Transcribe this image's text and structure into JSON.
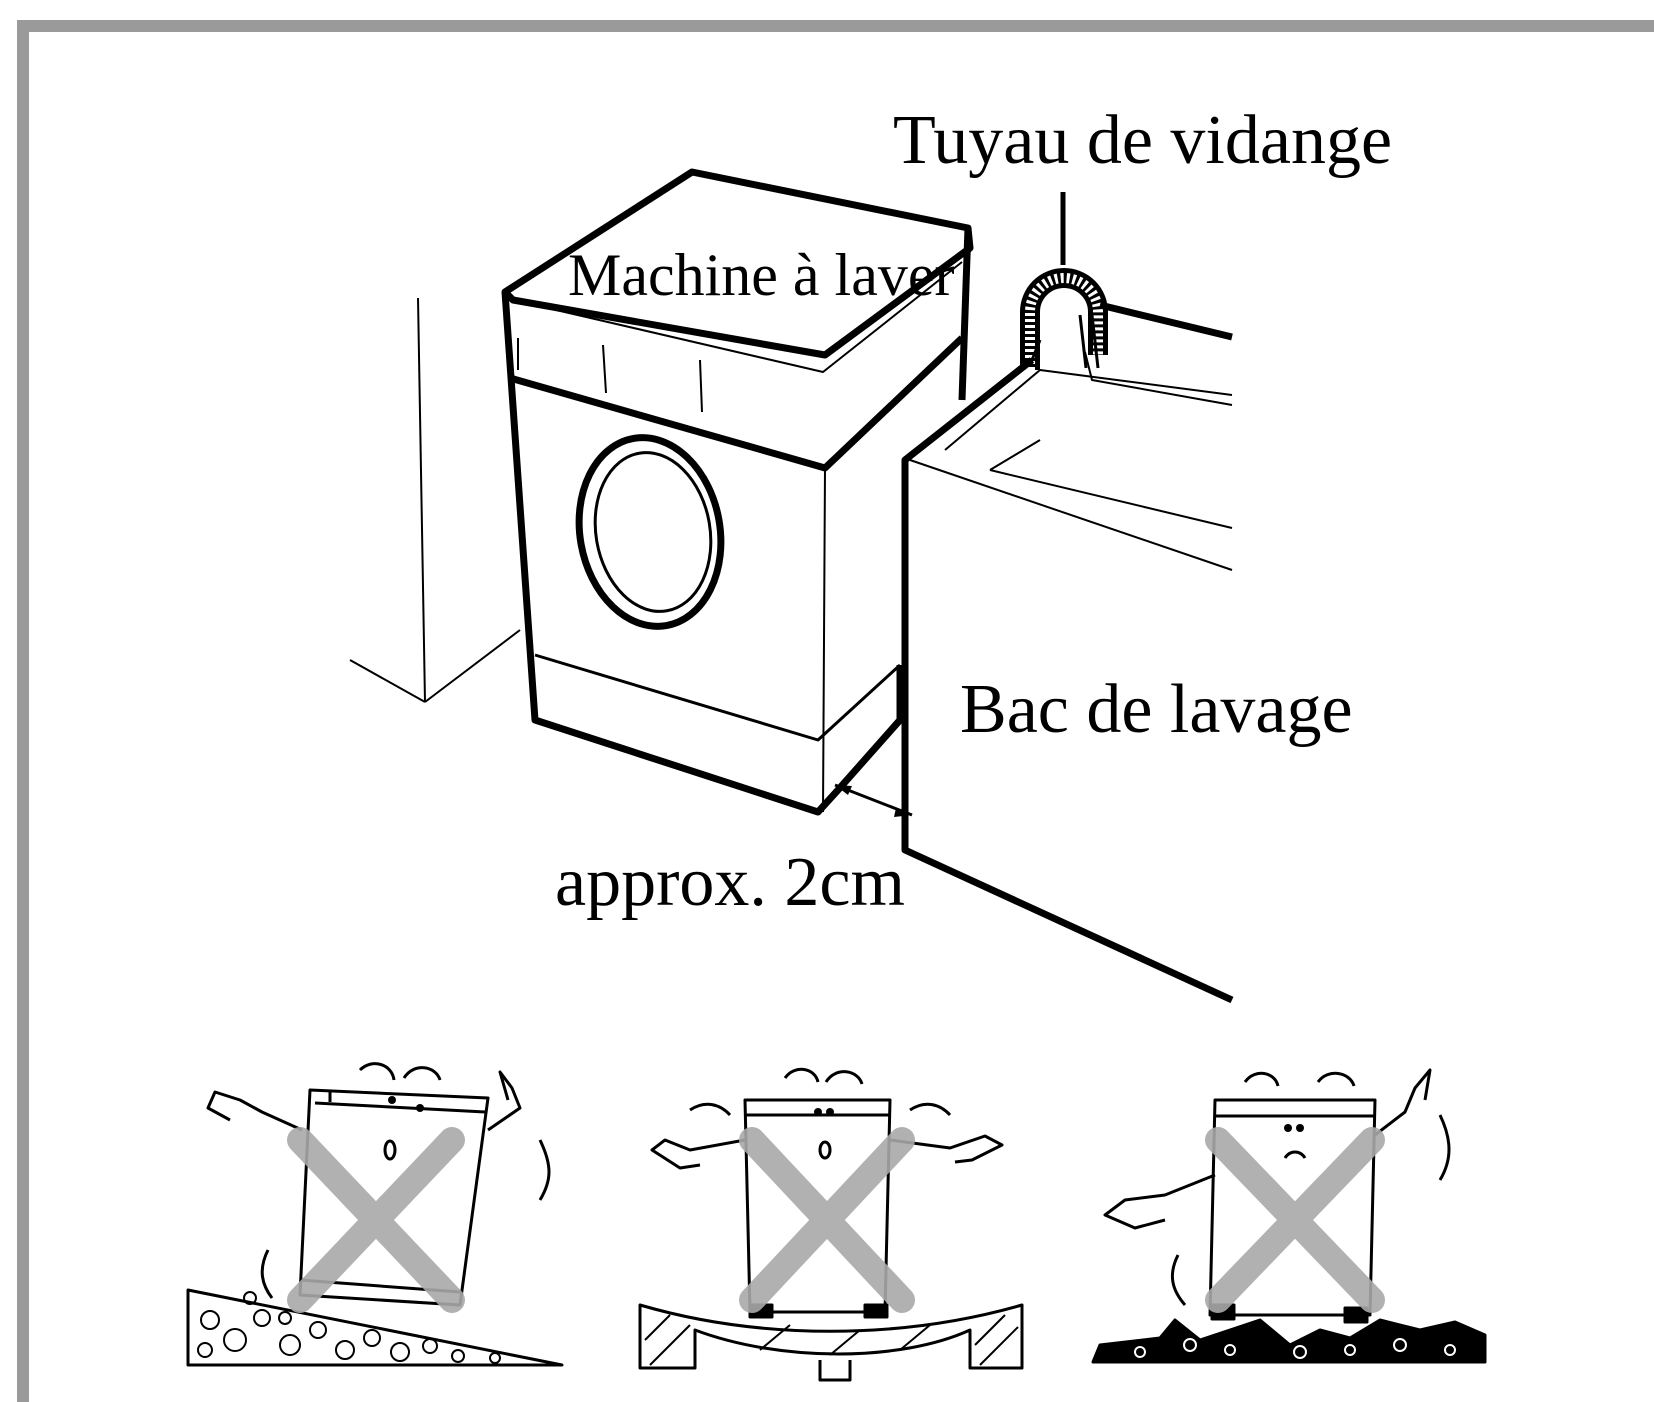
{
  "labels": {
    "drain_hose": "Tuyau de vidange",
    "washing_machine": "Machine à laver",
    "wash_basin": "Bac de lavage",
    "gap": "approx. 2cm"
  },
  "colors": {
    "line": "#000000",
    "frame": "#9a9a9a",
    "cross": "#a9a9a9",
    "background": "#ffffff"
  },
  "icons": [
    "cross-mark-icon",
    "cross-mark-icon",
    "cross-mark-icon"
  ]
}
